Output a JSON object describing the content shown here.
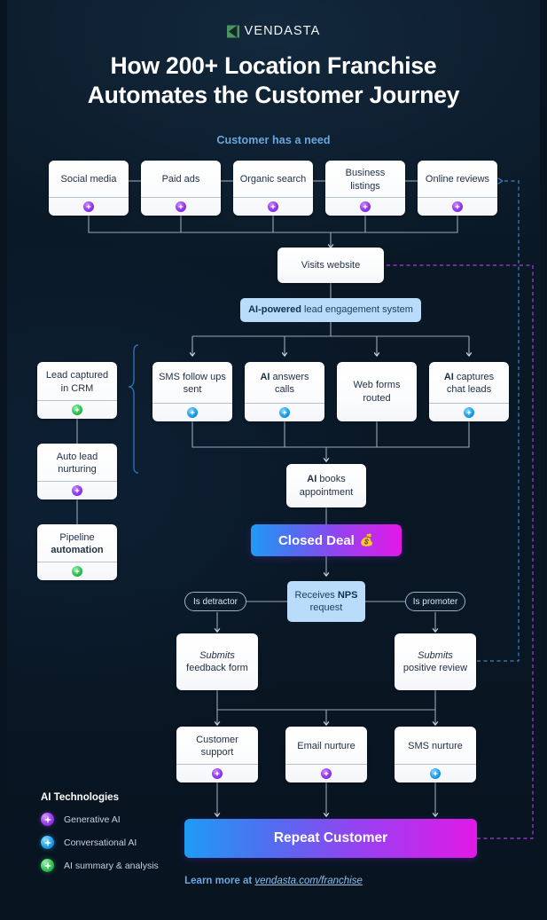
{
  "brand": {
    "logo_text": "VENDASTA",
    "logo_mark_color": "#5fa45f",
    "accent_blue": "#6aa7e0"
  },
  "header": {
    "title_line1": "How 200+ Location Franchise",
    "title_line2": "Automates the Customer Journey",
    "subtitle": "Customer has a need"
  },
  "channels": [
    {
      "label": "Social media",
      "badge": "purple"
    },
    {
      "label": "Paid ads",
      "badge": "purple"
    },
    {
      "label": "Organic search",
      "badge": "purple"
    },
    {
      "label": "Business listings",
      "badge": "purple"
    },
    {
      "label": "Online reviews",
      "badge": "purple"
    }
  ],
  "visits_website": {
    "label": "Visits website"
  },
  "engagement_system": {
    "bold": "AI-powered",
    "rest": " lead engagement system"
  },
  "crm_column": [
    {
      "label": "Lead captured in CRM",
      "badge": "green"
    },
    {
      "label": "Auto lead nurturing",
      "badge": "purple"
    },
    {
      "label_plain": "Pipeline ",
      "label_bold": "automation",
      "badge": "green"
    }
  ],
  "engagement_nodes": [
    {
      "label": "SMS follow ups sent",
      "bold_prefix": "",
      "badge": "blue"
    },
    {
      "label": "answers calls",
      "bold_prefix": "AI",
      "badge": "blue"
    },
    {
      "label": "Web forms routed",
      "bold_prefix": "",
      "badge": "none"
    },
    {
      "label": "captures chat leads",
      "bold_prefix": "AI",
      "badge": "blue"
    }
  ],
  "books_appointment": {
    "bold_prefix": "AI",
    "label": "books appointment"
  },
  "closed_deal": {
    "label": "Closed Deal",
    "emoji": "💰"
  },
  "nps": {
    "plain": "Receives ",
    "bold": "NPS",
    "rest": " request"
  },
  "branch_tags": {
    "detractor": "Is detractor",
    "promoter": "Is promoter"
  },
  "outcomes": [
    {
      "italic": "Submits",
      "rest": "feedback form"
    },
    {
      "italic": "Submits",
      "rest": "positive review"
    }
  ],
  "nurture": [
    {
      "label": "Customer support",
      "badge": "purple"
    },
    {
      "label": "Email nurture",
      "badge": "purple"
    },
    {
      "label": "SMS nurture",
      "badge": "blue"
    }
  ],
  "repeat_customer": {
    "label": "Repeat Customer"
  },
  "legend": {
    "title": "AI Technologies",
    "items": [
      {
        "label": "Generative AI",
        "color": "purple"
      },
      {
        "label": "Conversational AI",
        "color": "blue"
      },
      {
        "label": "AI summary & analysis",
        "color": "green"
      }
    ]
  },
  "footer": {
    "prefix": "Learn more at ",
    "link": "vendasta.com/franchise"
  }
}
